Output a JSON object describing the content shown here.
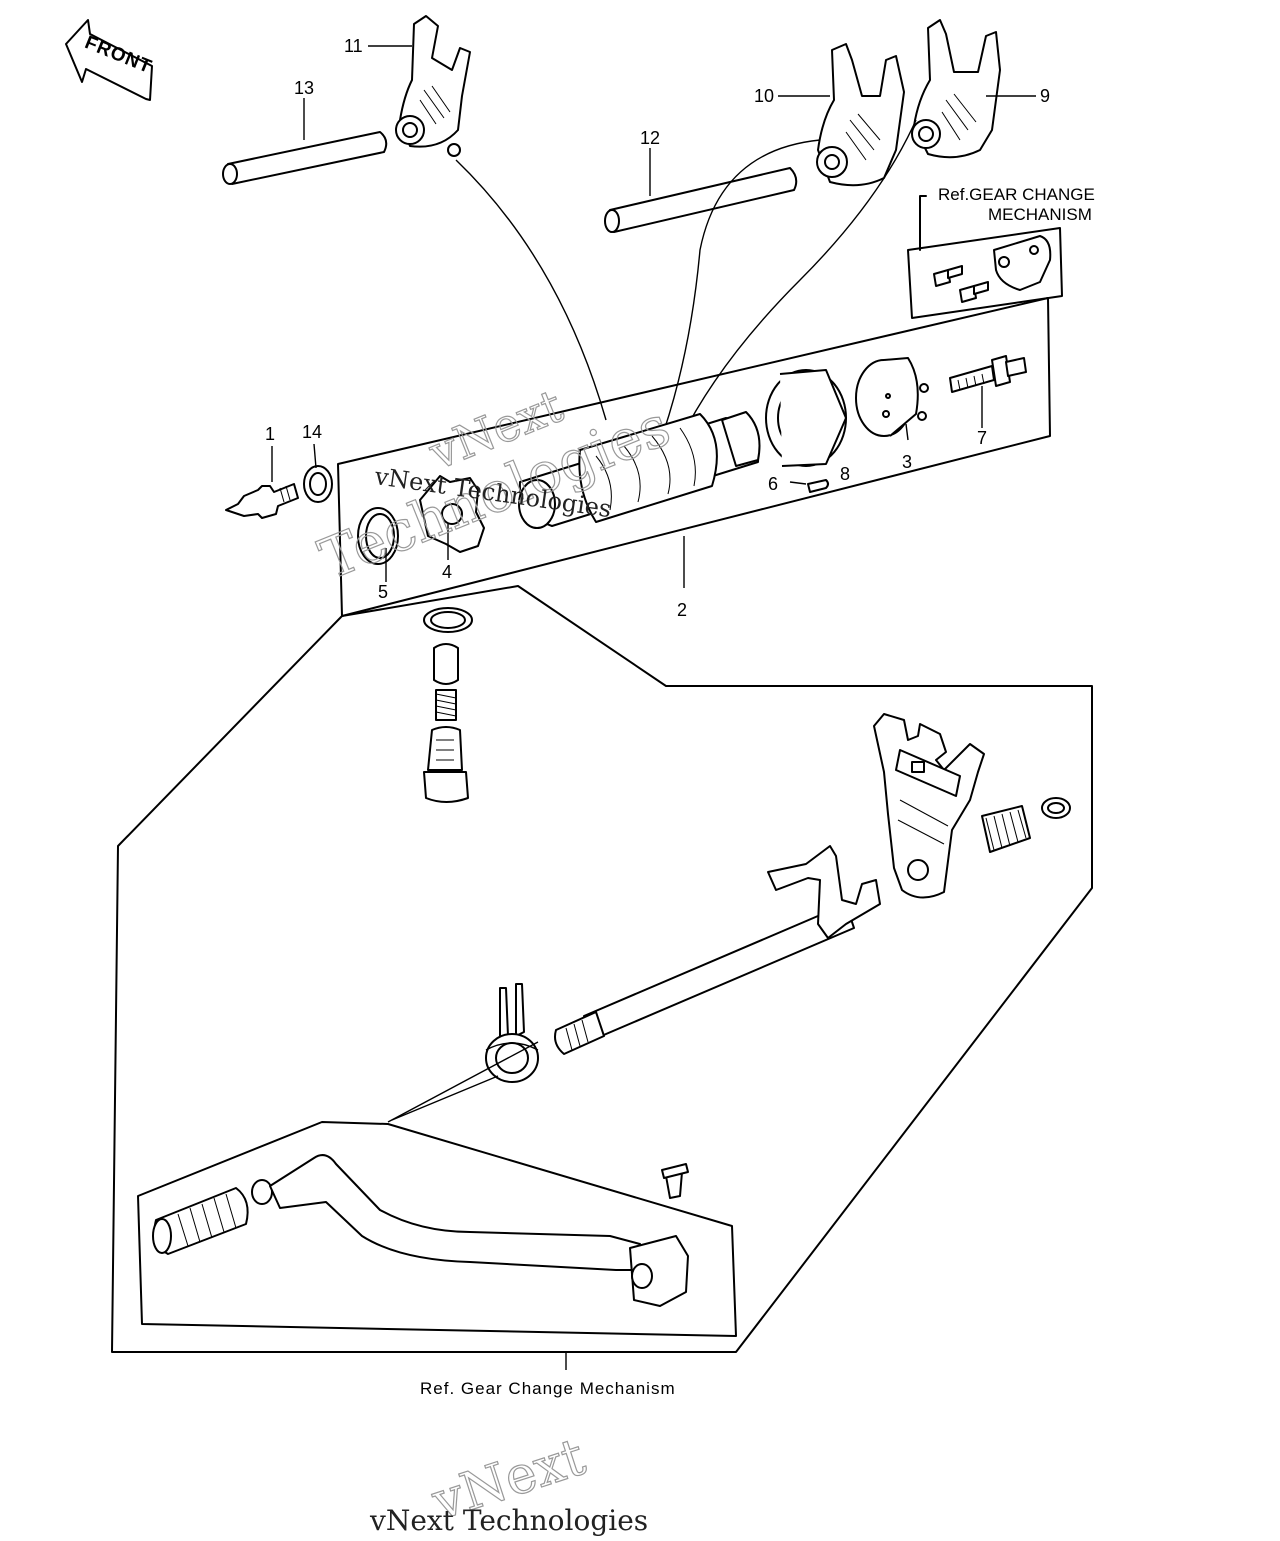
{
  "front_label": "FRONT",
  "callouts": {
    "c1": "1",
    "c2": "2",
    "c3": "3",
    "c4": "4",
    "c5": "5",
    "c6": "6",
    "c7": "7",
    "c8": "8",
    "c9": "9",
    "c10": "10",
    "c11": "11",
    "c12": "12",
    "c13": "13",
    "c14": "14"
  },
  "ref_top": {
    "line1": "Ref.GEAR CHANGE",
    "line2": "MECHANISM"
  },
  "ref_bottom": "Ref. Gear Change Mechanism",
  "watermarks": {
    "w1": "vNext",
    "w2": "Technologies",
    "w3": "vNext Technologies",
    "w4": "vNext",
    "w5": "vNext Technologies"
  },
  "colors": {
    "line": "#000000",
    "background": "#ffffff",
    "watermark": "#999999"
  }
}
